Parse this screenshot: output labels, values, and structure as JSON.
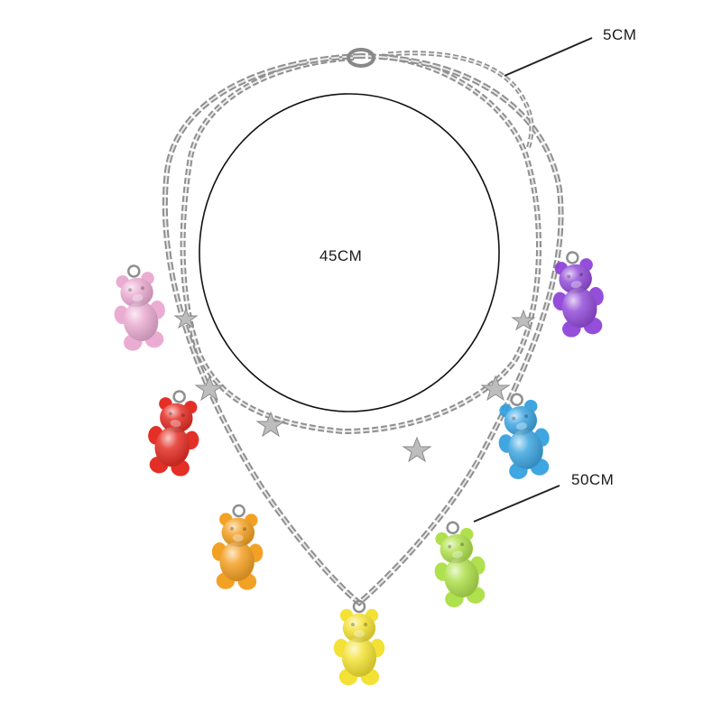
{
  "labels": {
    "extension": "5CM",
    "inner_length": "45CM",
    "outer_length": "50CM"
  },
  "colors": {
    "chain": "#9a9a9a",
    "chain_highlight": "#e6e6e6",
    "pink": "#e9a6cf",
    "red": "#e21e14",
    "orange": "#f39a12",
    "yellow": "#f3df24",
    "green": "#a9de3e",
    "blue": "#2f9fdf",
    "purple": "#8b3fd6",
    "star": "#b9b9b9",
    "line": "#222222"
  }
}
